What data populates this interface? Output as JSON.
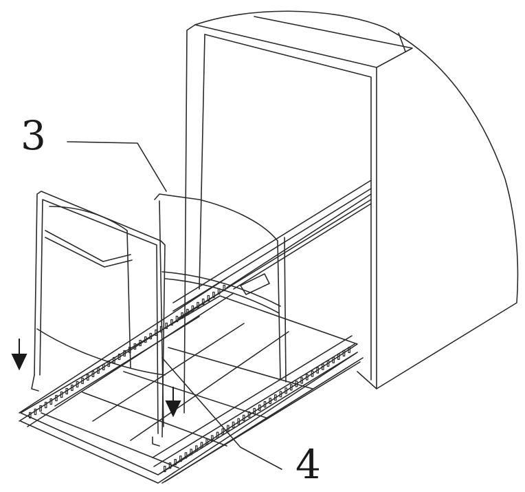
{
  "labels": [
    {
      "id": "3",
      "text": "3"
    },
    {
      "id": "4",
      "text": "4"
    }
  ],
  "colors": {
    "line": "#2a2a2a",
    "background": "#ffffff"
  },
  "icons": [
    "down-arrow-icon",
    "down-arrow-icon"
  ]
}
